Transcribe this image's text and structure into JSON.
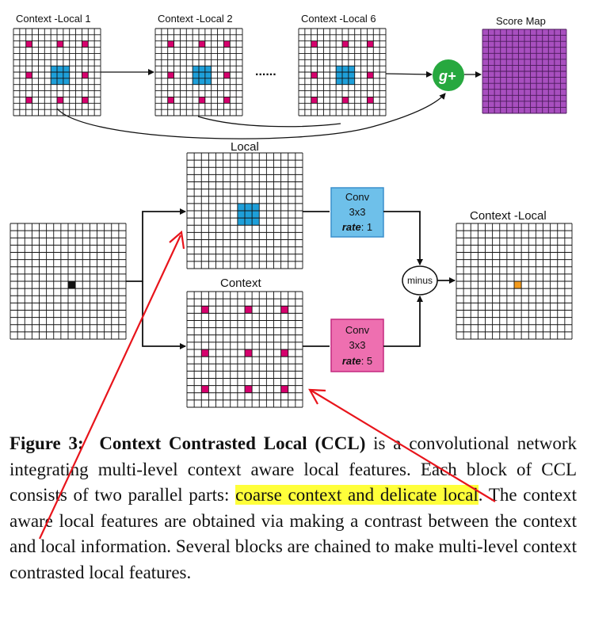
{
  "figure": {
    "top_row": {
      "blocks": [
        "Context -Local 1",
        "Context -Local  2",
        "Context -Local 6"
      ],
      "ellipsis": "......",
      "fusion_node": "g+",
      "output": "Score Map"
    },
    "detail": {
      "input": "",
      "local_label": "Local",
      "context_label": "Context",
      "conv_local": {
        "line1": "Conv",
        "line2": "3x3",
        "rate_label": "rate",
        "rate_value": ": 1"
      },
      "conv_context": {
        "line1": "Conv",
        "line2": "3x3",
        "rate_label": "rate",
        "rate_value": ": 5"
      },
      "minus_node": "minus",
      "output_label": "Context -Local"
    },
    "colors": {
      "magenta": "#d6006d",
      "blue": "#1e9fd9",
      "purple": "#a84fbf",
      "orange": "#f39a1c",
      "conv_local_fill": "#6ec0ea",
      "conv_context_fill": "#ee6fb0",
      "g_plus_fill": "#27a83f",
      "annotation_red": "#e8141b",
      "highlight": "#ffff3a"
    }
  },
  "caption": {
    "label": "Figure 3:",
    "title": "Context Contrasted Local (CCL)",
    "text_1": " is a convolutional network integrating multi-level context aware local features. Each block of CCL consists of two parallel parts: ",
    "highlight": "coarse context and delicate local",
    "text_2": ".  The context aware local features are obtained via making a contrast between the context and local information. Several blocks are chained to make multi-level context contrasted local features."
  }
}
